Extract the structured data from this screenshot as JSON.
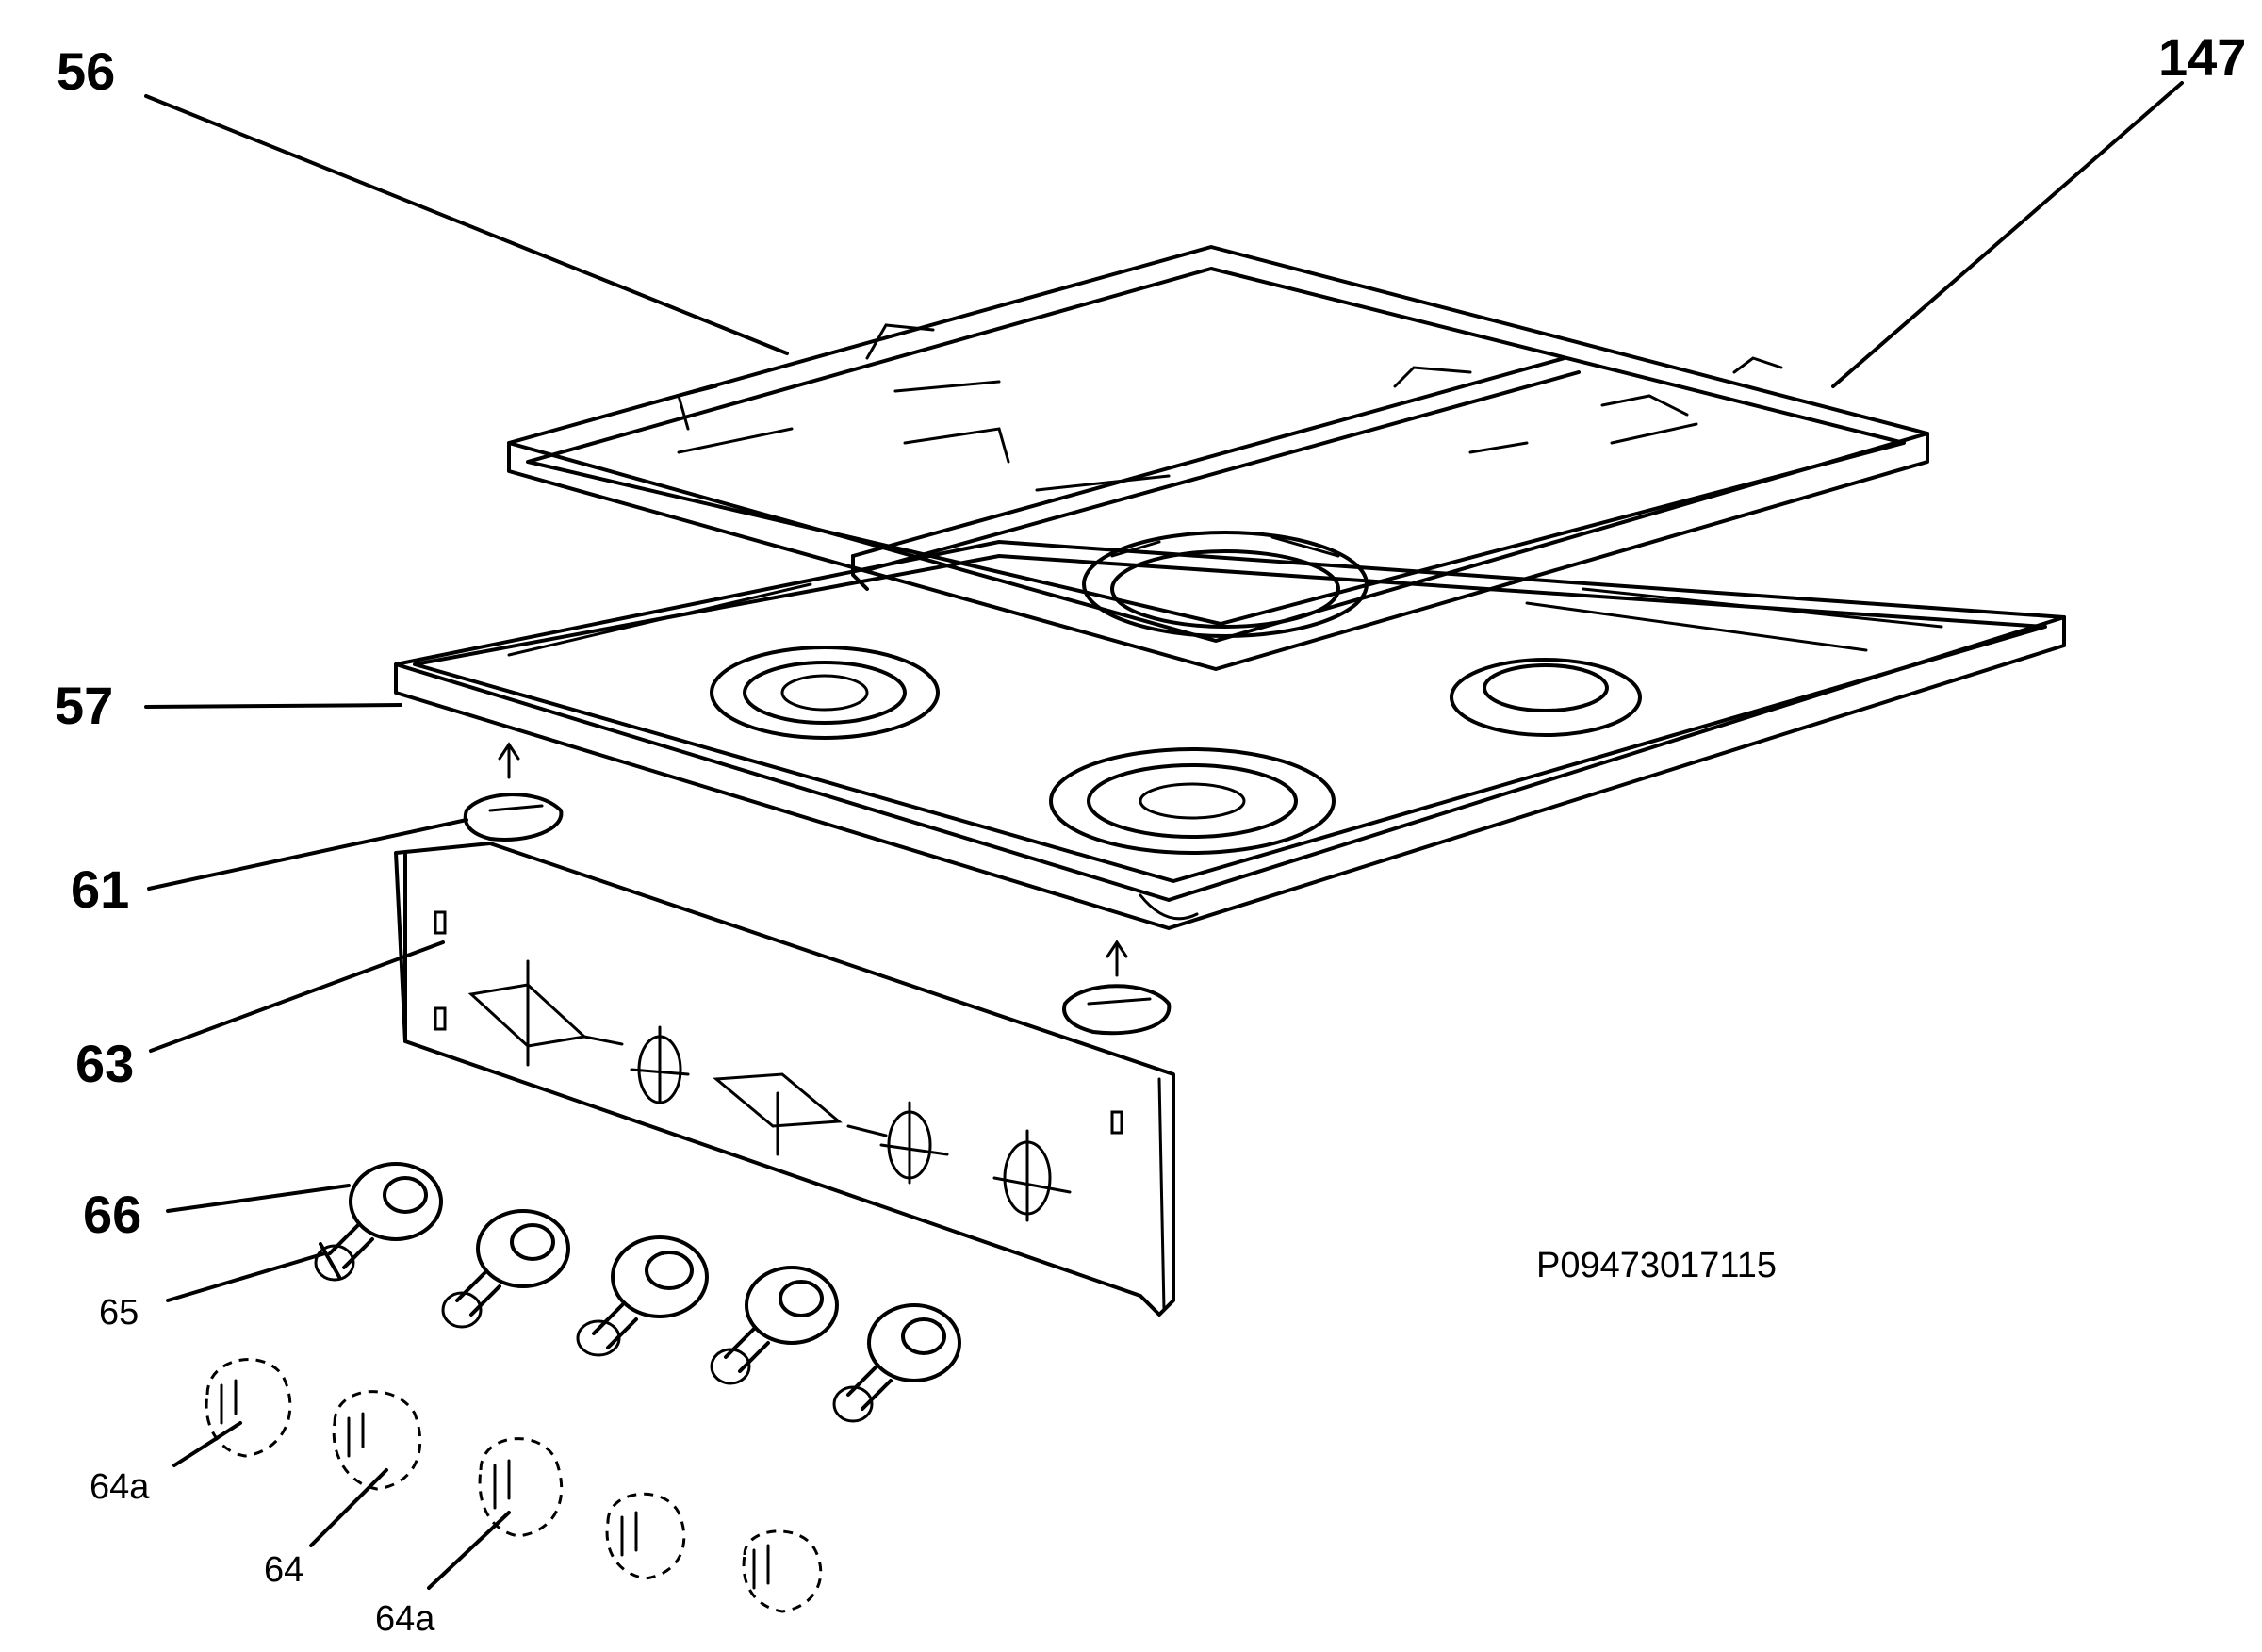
{
  "callouts": {
    "c56": "56",
    "c147": "147",
    "c57": "57",
    "c61": "61",
    "c63": "63",
    "c66": "66",
    "c65": "65",
    "c64a_1": "64a",
    "c64": "64",
    "c64a_2": "64a"
  },
  "reference_code": "P09473017115",
  "colors": {
    "line": "#000000",
    "background": "#ffffff"
  }
}
